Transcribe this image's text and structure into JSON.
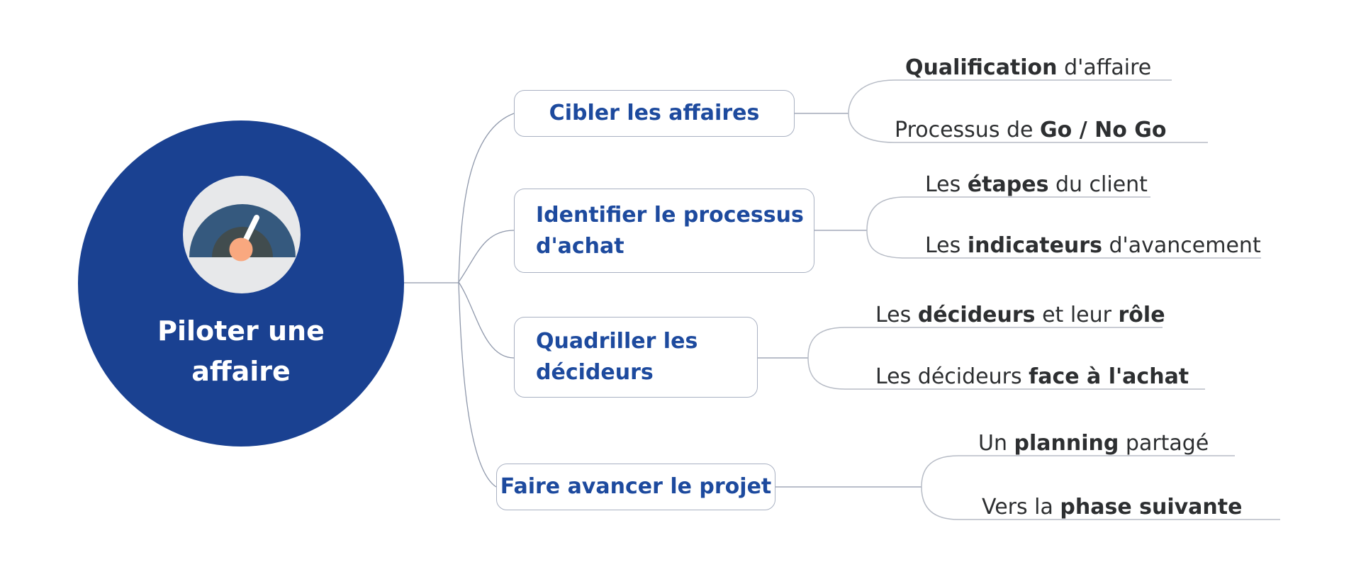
{
  "diagram": {
    "type": "mind-map",
    "center": {
      "label": "Piloter une affaire",
      "icon": "gauge-icon"
    },
    "branches": [
      {
        "label": "Cibler les affaires",
        "children": [
          {
            "segments": [
              {
                "text": "Qualification",
                "bold": true
              },
              {
                "text": " d'affaire",
                "bold": false
              }
            ]
          },
          {
            "segments": [
              {
                "text": "Processus de ",
                "bold": false
              },
              {
                "text": "Go / No Go",
                "bold": true
              }
            ]
          }
        ]
      },
      {
        "label": "Identifier le processus d'achat",
        "children": [
          {
            "segments": [
              {
                "text": "Les ",
                "bold": false
              },
              {
                "text": "étapes",
                "bold": true
              },
              {
                "text": " du client",
                "bold": false
              }
            ]
          },
          {
            "segments": [
              {
                "text": "Les ",
                "bold": false
              },
              {
                "text": "indicateurs",
                "bold": true
              },
              {
                "text": " d'avancement",
                "bold": false
              }
            ]
          }
        ]
      },
      {
        "label": "Quadriller les décideurs",
        "children": [
          {
            "segments": [
              {
                "text": "Les ",
                "bold": false
              },
              {
                "text": "décideurs",
                "bold": true
              },
              {
                "text": " et leur ",
                "bold": false
              },
              {
                "text": "rôle",
                "bold": true
              }
            ]
          },
          {
            "segments": [
              {
                "text": "Les décideurs ",
                "bold": false
              },
              {
                "text": "face à l'achat",
                "bold": true
              }
            ]
          }
        ]
      },
      {
        "label": "Faire avancer le projet",
        "children": [
          {
            "segments": [
              {
                "text": "Un ",
                "bold": false
              },
              {
                "text": "planning",
                "bold": true
              },
              {
                "text": " partagé",
                "bold": false
              }
            ]
          },
          {
            "segments": [
              {
                "text": "Vers la ",
                "bold": false
              },
              {
                "text": "phase suivante",
                "bold": true
              }
            ]
          }
        ]
      }
    ]
  },
  "colors": {
    "center_circle": "#1a4191",
    "center_text": "#ffffff",
    "topic_text": "#1d4a9e",
    "topic_border": "#a9b1c2",
    "topic_bg": "#ffffff",
    "subtopic_text": "#2d2f31",
    "connector": "#8f98ab",
    "underline": "#b7bcc6",
    "background": "#ffffff",
    "gauge_face": "#e7e8ea",
    "gauge_band": "#35597e",
    "gauge_inner": "#414c4e",
    "gauge_needle": "#ffffff",
    "gauge_hub": "#f9a87f"
  }
}
